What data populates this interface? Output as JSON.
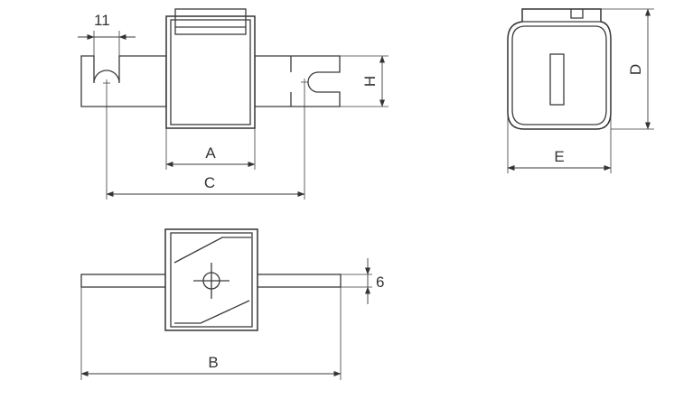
{
  "labels": {
    "top_slot_width": "11",
    "body_width": "A",
    "hole_spacing": "C",
    "tab_height": "H",
    "side_height": "D",
    "side_width": "E",
    "tab_thickness": "6",
    "overall_length": "B"
  },
  "colors": {
    "line": "#3a3a3a",
    "background": "#ffffff"
  }
}
